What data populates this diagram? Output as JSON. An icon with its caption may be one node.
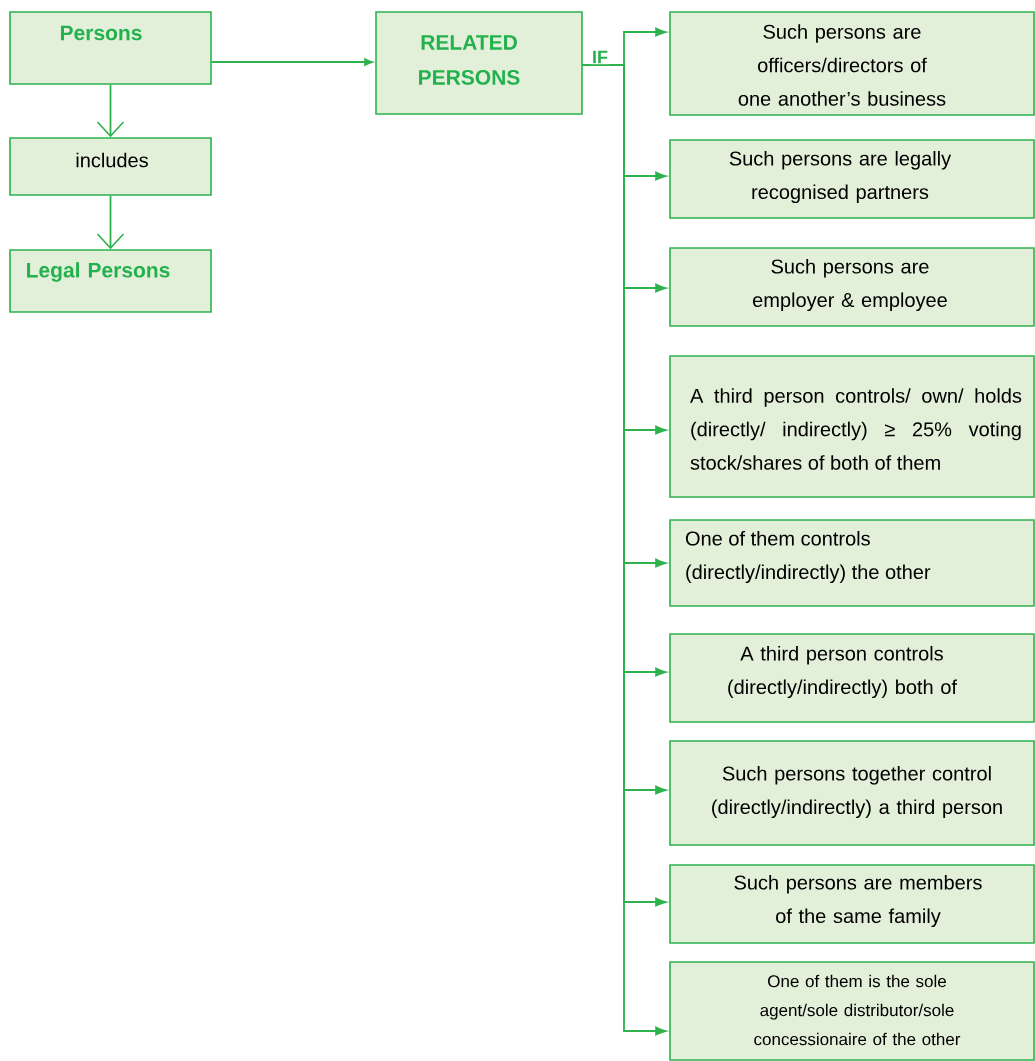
{
  "diagram": {
    "nodes": [
      {
        "text": [
          "Persons"
        ]
      },
      {
        "text": [
          "includes"
        ]
      },
      {
        "text": [
          "Legal Persons"
        ]
      },
      {
        "text": [
          "RELATED PERSONS"
        ]
      },
      {
        "text": [
          "Such persons are officers/directors of one another’s business"
        ]
      },
      {
        "text": [
          "Such persons are legally recognised partners"
        ]
      },
      {
        "text": [
          "Such persons are employer & employee"
        ]
      },
      {
        "text": [
          "A third person controls/ own/ holds (directly/ indirectly) ≥ 25% voting stock/shares of both of them"
        ]
      },
      {
        "text": [
          "One of them controls (directly/indirectly) the other"
        ]
      },
      {
        "text": [
          "A third person controls (directly/indirectly) both of"
        ]
      },
      {
        "text": [
          "Such persons together control (directly/indirectly) a third person"
        ]
      },
      {
        "text": [
          "Such persons are members of the same family"
        ]
      },
      {
        "text": [
          "One of them is the sole agent/sole distributor/sole concessionaire of the other"
        ]
      }
    ],
    "edges": [
      {
        "from": 0,
        "to": 1,
        "arrow": "to"
      },
      {
        "from": 1,
        "to": 2,
        "arrow": "to"
      },
      {
        "from": 0,
        "to": 3,
        "arrow": "to"
      },
      {
        "from": 3,
        "to": 4,
        "arrow": "to",
        "label": "IF"
      },
      {
        "from": 3,
        "to": 5,
        "arrow": "to"
      },
      {
        "from": 3,
        "to": 6,
        "arrow": "to"
      },
      {
        "from": 3,
        "to": 7,
        "arrow": "to"
      },
      {
        "from": 3,
        "to": 8,
        "arrow": "to"
      },
      {
        "from": 3,
        "to": 9,
        "arrow": "to"
      },
      {
        "from": 3,
        "to": 10,
        "arrow": "to"
      },
      {
        "from": 3,
        "to": 11,
        "arrow": "to"
      },
      {
        "from": 3,
        "to": 12,
        "arrow": "to"
      }
    ]
  }
}
